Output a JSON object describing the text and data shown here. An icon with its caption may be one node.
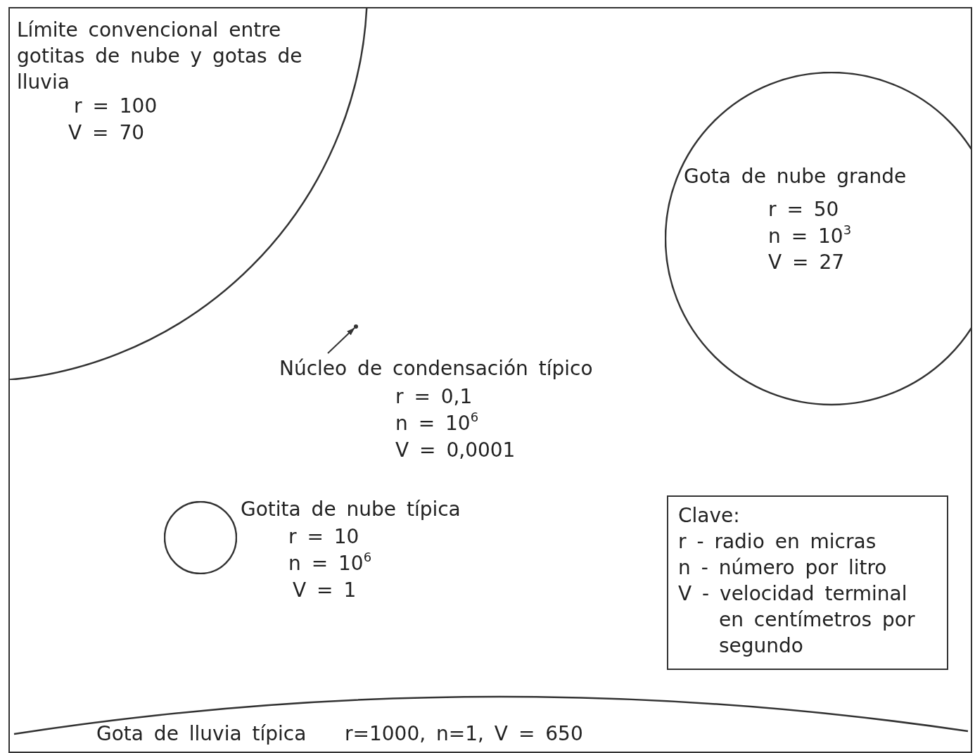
{
  "diagram": {
    "nodes": [
      {
        "text": [
          "Límite convencional entre gotitas de nube y gotas de lluvia",
          "r = 100",
          "V = 70"
        ]
      },
      {
        "text": [
          "Gota de nube grande",
          "r = 50",
          "n = 10$^{3}$",
          "V = 27"
        ]
      },
      {
        "text": [
          "Núcleo de condensación típico",
          "r = 0,1",
          "n = 10$^{6}$",
          "V = 0,0001"
        ]
      },
      {
        "text": [],
        "shape": "circle"
      },
      {
        "text": [],
        "shape": "circle",
        "beside": [
          "Gotita de nube típica",
          "r = 10",
          "n = 10$^{6}$",
          "V = 1"
        ]
      },
      {
        "text": [
          "Gota de lluvia típica",
          "r=1000, n=1, V = 650"
        ]
      },
      {
        "text": [
          "Clave:",
          "r - radio en micras",
          "n - número por litro",
          "V - velocidad terminal en centímetros por segundo"
        ]
      }
    ],
    "edges": [
      {
        "from": 2,
        "to": 3,
        "arrow": "to"
      }
    ]
  }
}
